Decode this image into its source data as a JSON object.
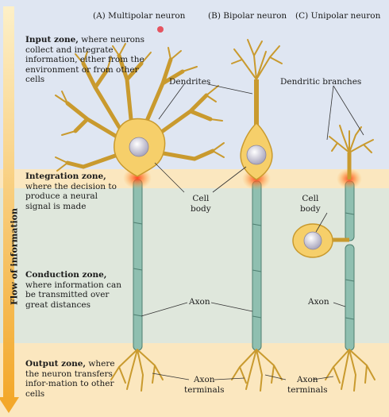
{
  "titles": {
    "a": "(A) Multipolar neuron",
    "b": "(B) Bipolar neuron",
    "c": "(C) Unipolar neuron"
  },
  "zones": {
    "input": {
      "name": "Input zone,",
      "desc": " where neurons collect and integrate information, either from the environment or from other cells"
    },
    "integration": {
      "name": "Integration zone,",
      "desc": " where the decision to produce a neural signal is made"
    },
    "conduction": {
      "name": "Conduction zone,",
      "desc": " where information can be transmitted over great distances"
    },
    "output": {
      "name": "Output zone,",
      "desc": " where the neuron transfers infor-mation to other cells"
    }
  },
  "flow_label": "Flow of information",
  "labels": {
    "dendrites": "Dendrites",
    "dendritic_branches": "Dendritic branches",
    "cell_body_1": "Cell",
    "cell_body_2": "body",
    "cell_body_c1": "Cell",
    "cell_body_c2": "body",
    "axon_ab": "Axon",
    "axon_c": "Axon",
    "terminals_ab_1": "Axon",
    "terminals_ab_2": "terminals",
    "terminals_c_1": "Axon",
    "terminals_c_2": "terminals"
  },
  "colors": {
    "input_band": "#dfe6f2",
    "integration_band": "#fbe7bf",
    "conduction_band": "#dfe7dc",
    "output_band": "#fbe7bf",
    "cell_body": "#f6cf6a",
    "nucleus": "#c9c6d6",
    "axon": "#8fbfb0",
    "flow_arrow": "#f5b33a"
  }
}
